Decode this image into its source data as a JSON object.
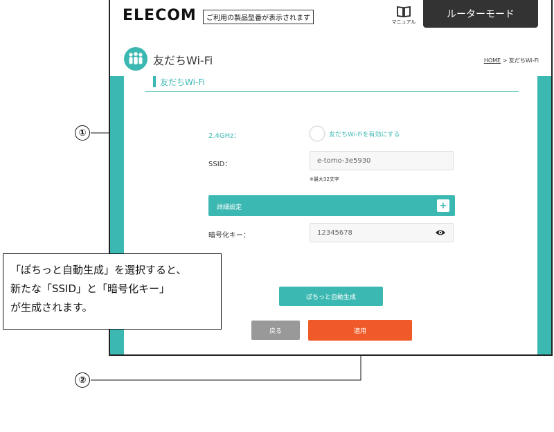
{
  "header": {
    "logo": "ELECOM",
    "model_note": "ご利用の製品型番が表示されます",
    "manual_label": "マニュアル",
    "mode_tab": "ルーターモード"
  },
  "page": {
    "title": "友だちWi-Fi",
    "breadcrumb_home": "HOME",
    "breadcrumb_sep": " > ",
    "breadcrumb_current": "友だちWi-Fi",
    "section_title": "友だちWi-Fi"
  },
  "form": {
    "band_label": "2.4GHz：",
    "enable_label": "友だちWi-Fiを有効にする",
    "ssid_label": "SSID：",
    "ssid_value": "e-tomo-3e5930",
    "ssid_note": "※最大32文字",
    "detail_label": "詳細設定",
    "detail_plus": "+",
    "key_label": "暗号化キー：",
    "key_value": "12345678"
  },
  "buttons": {
    "generate": "ぽちっと自動生成",
    "back": "戻る",
    "apply": "適用"
  },
  "annotations": {
    "num1": "①",
    "num2": "②",
    "callout_lines": [
      "「ぽちっと自動生成」を選択すると、",
      "新たな「SSID」と「暗号化キー」",
      "が生成されます。"
    ]
  },
  "colors": {
    "accent": "#3cb8b2",
    "apply": "#ef5a28",
    "back": "#999999",
    "mode_tab": "#333333"
  }
}
